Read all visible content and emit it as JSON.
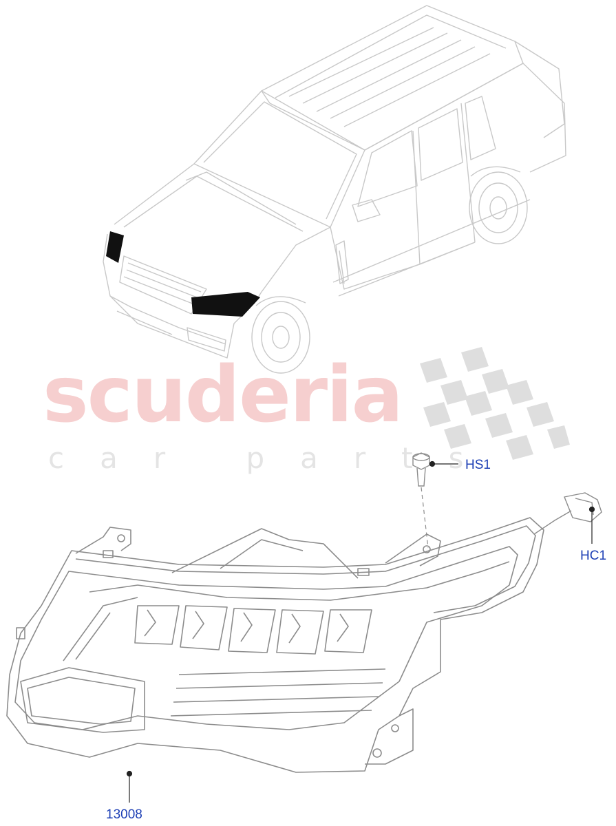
{
  "watermark": {
    "brand": "scuderia",
    "tagline": "car parts"
  },
  "callouts": {
    "bolt": "HS1",
    "clip": "HC1",
    "headlamp": "13008"
  },
  "colors": {
    "line": "#8c8c8c",
    "car_line": "#c8c8c8",
    "callout": "#1d3fb5",
    "highlight": "#111111",
    "watermark_red": "#f6cfcf",
    "watermark_grey": "#dcdcdc"
  }
}
